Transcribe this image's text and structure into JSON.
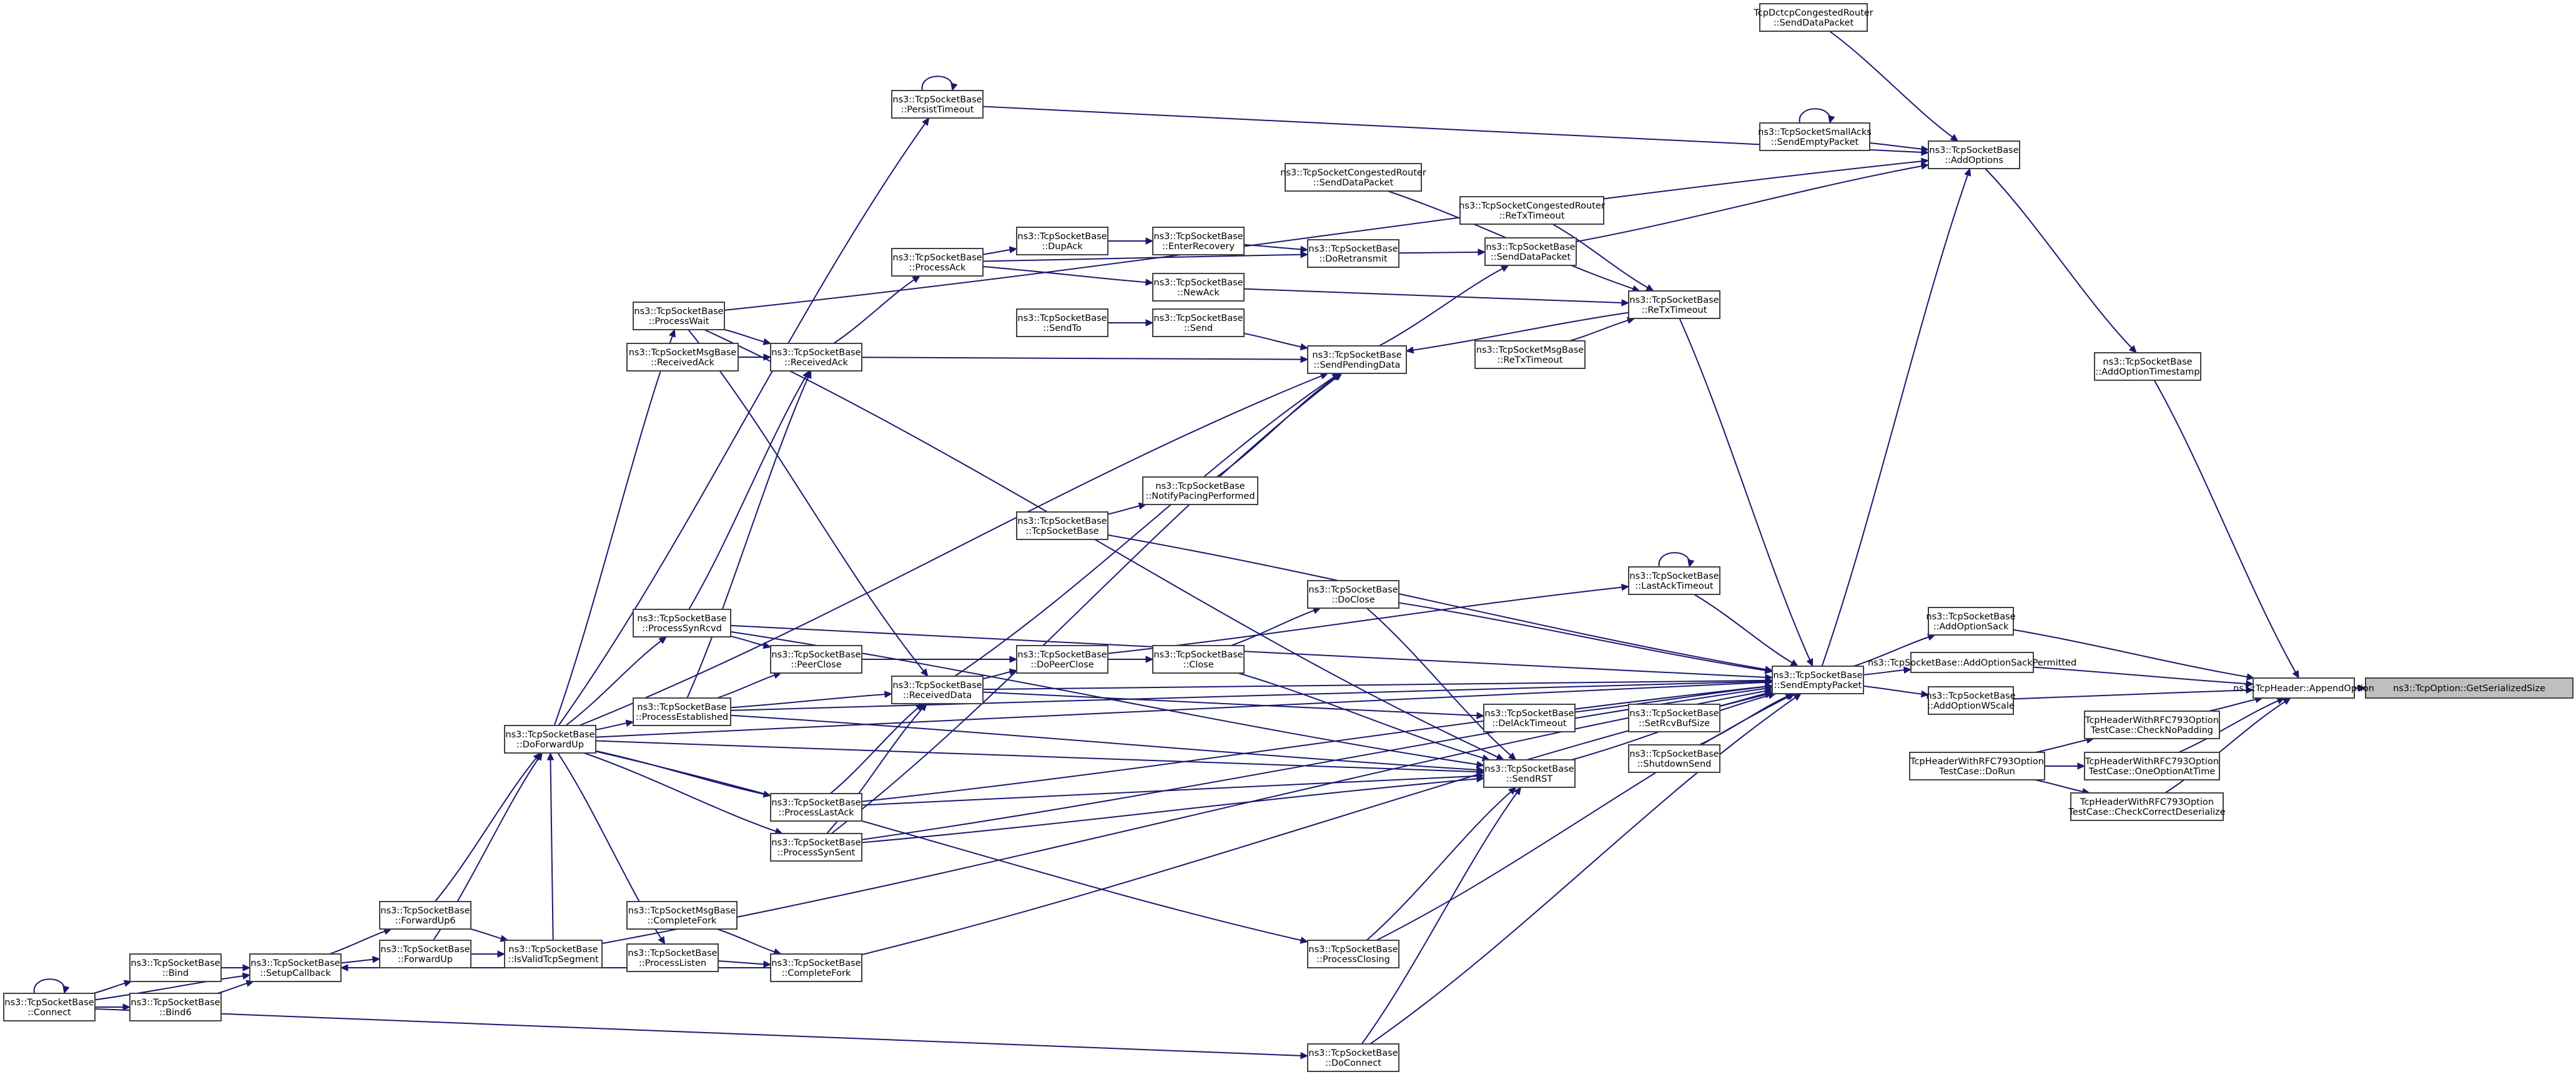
{
  "graph": {
    "edge_color": "#191970",
    "node_border_color": "#404040",
    "focus_fill_color": "#bfbfbf",
    "nodes": [
      {
        "id": "getserializedsize",
        "lines": [
          "ns3::TcpOption::GetSerializedSize"
        ],
        "focus": true
      },
      {
        "id": "appendoption",
        "lines": [
          "ns3::TcpHeader::AppendOption"
        ]
      },
      {
        "id": "addoptionsack",
        "lines": [
          "ns3::TcpSocketBase",
          "::AddOptionSack"
        ]
      },
      {
        "id": "addoptionsackpermitted",
        "lines": [
          "ns3::TcpSocketBase::AddOptionSackPermitted"
        ]
      },
      {
        "id": "addoptionwscale",
        "lines": [
          "ns3::TcpSocketBase",
          "::AddOptionWScale"
        ]
      },
      {
        "id": "addoptiontimestamp",
        "lines": [
          "ns3::TcpSocketBase",
          "::AddOptionTimestamp"
        ]
      },
      {
        "id": "addoptions",
        "lines": [
          "ns3::TcpSocketBase",
          "::AddOptions"
        ]
      },
      {
        "id": "dctcp_senddatapacket",
        "lines": [
          "TcpDctcpCongestedRouter",
          "::SendDataPacket"
        ]
      },
      {
        "id": "smallacks_sendempty",
        "lines": [
          "ns3::TcpSocketSmallAcks",
          "::SendEmptyPacket"
        ]
      },
      {
        "id": "congested_senddatapacket",
        "lines": [
          "ns3::TcpSocketCongestedRouter",
          "::SendDataPacket"
        ]
      },
      {
        "id": "congested_retxtimeout",
        "lines": [
          "ns3::TcpSocketCongestedRouter",
          "::ReTxTimeout"
        ]
      },
      {
        "id": "senddatapacket",
        "lines": [
          "ns3::TcpSocketBase",
          "::SendDataPacket"
        ]
      },
      {
        "id": "retxtimeout",
        "lines": [
          "ns3::TcpSocketBase",
          "::ReTxTimeout"
        ]
      },
      {
        "id": "msg_retxtimeout",
        "lines": [
          "ns3::TcpSocketMsgBase",
          "::ReTxTimeout"
        ]
      },
      {
        "id": "sendpendingdata",
        "lines": [
          "ns3::TcpSocketBase",
          "::SendPendingData"
        ]
      },
      {
        "id": "doretransmit",
        "lines": [
          "ns3::TcpSocketBase",
          "::DoRetransmit"
        ]
      },
      {
        "id": "enterrecovery",
        "lines": [
          "ns3::TcpSocketBase",
          "::EnterRecovery"
        ]
      },
      {
        "id": "newack",
        "lines": [
          "ns3::TcpSocketBase",
          "::NewAck"
        ]
      },
      {
        "id": "send",
        "lines": [
          "ns3::TcpSocketBase",
          "::Send"
        ]
      },
      {
        "id": "dupack",
        "lines": [
          "ns3::TcpSocketBase",
          "::DupAck"
        ]
      },
      {
        "id": "sendto",
        "lines": [
          "ns3::TcpSocketBase",
          "::SendTo"
        ]
      },
      {
        "id": "processack",
        "lines": [
          "ns3::TcpSocketBase",
          "::ProcessAck"
        ]
      },
      {
        "id": "persisttimeout",
        "lines": [
          "ns3::TcpSocketBase",
          "::PersistTimeout"
        ]
      },
      {
        "id": "processwait",
        "lines": [
          "ns3::TcpSocketBase",
          "::ProcessWait"
        ]
      },
      {
        "id": "msg_receivedack",
        "lines": [
          "ns3::TcpSocketMsgBase",
          "::ReceivedAck"
        ]
      },
      {
        "id": "receivedack",
        "lines": [
          "ns3::TcpSocketBase",
          "::ReceivedAck"
        ]
      },
      {
        "id": "notifypacing",
        "lines": [
          "ns3::TcpSocketBase",
          "::NotifyPacingPerformed"
        ]
      },
      {
        "id": "tcpsocketbase",
        "lines": [
          "ns3::TcpSocketBase",
          "::TcpSocketBase"
        ]
      },
      {
        "id": "sendemptypacket",
        "lines": [
          "ns3::TcpSocketBase",
          "::SendEmptyPacket"
        ]
      },
      {
        "id": "lastacktimeout",
        "lines": [
          "ns3::TcpSocketBase",
          "::LastAckTimeout"
        ]
      },
      {
        "id": "doclose",
        "lines": [
          "ns3::TcpSocketBase",
          "::DoClose"
        ]
      },
      {
        "id": "close",
        "lines": [
          "ns3::TcpSocketBase",
          "::Close"
        ]
      },
      {
        "id": "dopeerclose",
        "lines": [
          "ns3::TcpSocketBase",
          "::DoPeerClose"
        ]
      },
      {
        "id": "processsynrcvd",
        "lines": [
          "ns3::TcpSocketBase",
          "::ProcessSynRcvd"
        ]
      },
      {
        "id": "peerclose",
        "lines": [
          "ns3::TcpSocketBase",
          "::PeerClose"
        ]
      },
      {
        "id": "receiveddata",
        "lines": [
          "ns3::TcpSocketBase",
          "::ReceivedData"
        ]
      },
      {
        "id": "processestablished",
        "lines": [
          "ns3::TcpSocketBase",
          "::ProcessEstablished"
        ]
      },
      {
        "id": "delacktimeout",
        "lines": [
          "ns3::TcpSocketBase",
          "::DelAckTimeout"
        ]
      },
      {
        "id": "setrcvbufsize",
        "lines": [
          "ns3::TcpSocketBase",
          "::SetRcvBufSize"
        ]
      },
      {
        "id": "shutdownsend",
        "lines": [
          "ns3::TcpSocketBase",
          "::ShutdownSend"
        ]
      },
      {
        "id": "sendrst",
        "lines": [
          "ns3::TcpSocketBase",
          "::SendRST"
        ]
      },
      {
        "id": "doforwardup",
        "lines": [
          "ns3::TcpSocketBase",
          "::DoForwardUp"
        ]
      },
      {
        "id": "processlastack",
        "lines": [
          "ns3::TcpSocketBase",
          "::ProcessLastAck"
        ]
      },
      {
        "id": "processsynsent",
        "lines": [
          "ns3::TcpSocketBase",
          "::ProcessSynSent"
        ]
      },
      {
        "id": "msg_completefork",
        "lines": [
          "ns3::TcpSocketMsgBase",
          "::CompleteFork"
        ]
      },
      {
        "id": "processlisten",
        "lines": [
          "ns3::TcpSocketBase",
          "::ProcessListen"
        ]
      },
      {
        "id": "completefork",
        "lines": [
          "ns3::TcpSocketBase",
          "::CompleteFork"
        ]
      },
      {
        "id": "processclosing",
        "lines": [
          "ns3::TcpSocketBase",
          "::ProcessClosing"
        ]
      },
      {
        "id": "doconnect",
        "lines": [
          "ns3::TcpSocketBase",
          "::DoConnect"
        ]
      },
      {
        "id": "forwardup6",
        "lines": [
          "ns3::TcpSocketBase",
          "::ForwardUp6"
        ]
      },
      {
        "id": "forwardup",
        "lines": [
          "ns3::TcpSocketBase",
          "::ForwardUp"
        ]
      },
      {
        "id": "isvalidtcpsegment",
        "lines": [
          "ns3::TcpSocketBase",
          "::IsValidTcpSegment"
        ]
      },
      {
        "id": "setupcallback",
        "lines": [
          "ns3::TcpSocketBase",
          "::SetupCallback"
        ]
      },
      {
        "id": "bind",
        "lines": [
          "ns3::TcpSocketBase",
          "::Bind"
        ]
      },
      {
        "id": "bind6",
        "lines": [
          "ns3::TcpSocketBase",
          "::Bind6"
        ]
      },
      {
        "id": "connect",
        "lines": [
          "ns3::TcpSocketBase",
          "::Connect"
        ]
      },
      {
        "id": "checknopadding",
        "lines": [
          "TcpHeaderWithRFC793Option",
          "TestCase::CheckNoPadding"
        ]
      },
      {
        "id": "oneoptionattime",
        "lines": [
          "TcpHeaderWithRFC793Option",
          "TestCase::OneOptionAtTime"
        ]
      },
      {
        "id": "checkcorrectdeserialize",
        "lines": [
          "TcpHeaderWithRFC793Option",
          "TestCase::CheckCorrectDeserialize"
        ]
      },
      {
        "id": "dorun",
        "lines": [
          "TcpHeaderWithRFC793Option",
          "TestCase::DoRun"
        ]
      }
    ],
    "edges": [
      [
        "appendoption",
        "getserializedsize"
      ],
      [
        "addoptionsack",
        "appendoption"
      ],
      [
        "addoptionsackpermitted",
        "appendoption"
      ],
      [
        "addoptionwscale",
        "appendoption"
      ],
      [
        "addoptiontimestamp",
        "appendoption"
      ],
      [
        "checknopadding",
        "appendoption"
      ],
      [
        "oneoptionattime",
        "appendoption"
      ],
      [
        "checkcorrectdeserialize",
        "appendoption"
      ],
      [
        "dorun",
        "checknopadding"
      ],
      [
        "dorun",
        "oneoptionattime"
      ],
      [
        "dorun",
        "checkcorrectdeserialize"
      ],
      [
        "addoptions",
        "addoptiontimestamp"
      ],
      [
        "sendemptypacket",
        "addoptionsack"
      ],
      [
        "sendemptypacket",
        "addoptionsackpermitted"
      ],
      [
        "sendemptypacket",
        "addoptionwscale"
      ],
      [
        "sendemptypacket",
        "addoptions"
      ],
      [
        "dctcp_senddatapacket",
        "addoptions"
      ],
      [
        "smallacks_sendempty",
        "addoptions"
      ],
      [
        "smallacks_sendempty",
        "smallacks_sendempty"
      ],
      [
        "senddatapacket",
        "addoptions"
      ],
      [
        "persisttimeout",
        "addoptions"
      ],
      [
        "processwait",
        "addoptions"
      ],
      [
        "persisttimeout",
        "persisttimeout"
      ],
      [
        "doforwardup",
        "persisttimeout"
      ],
      [
        "congested_senddatapacket",
        "retxtimeout"
      ],
      [
        "congested_retxtimeout",
        "retxtimeout"
      ],
      [
        "retxtimeout",
        "sendemptypacket"
      ],
      [
        "retxtimeout",
        "sendpendingdata"
      ],
      [
        "msg_retxtimeout",
        "retxtimeout"
      ],
      [
        "sendpendingdata",
        "senddatapacket"
      ],
      [
        "doretransmit",
        "senddatapacket"
      ],
      [
        "newack",
        "retxtimeout"
      ],
      [
        "enterrecovery",
        "doretransmit"
      ],
      [
        "dupack",
        "enterrecovery"
      ],
      [
        "processack",
        "dupack"
      ],
      [
        "processack",
        "newack"
      ],
      [
        "processack",
        "doretransmit"
      ],
      [
        "send",
        "sendpendingdata"
      ],
      [
        "sendto",
        "send"
      ],
      [
        "notifypacing",
        "sendpendingdata"
      ],
      [
        "tcpsocketbase",
        "notifypacing"
      ],
      [
        "tcpsocketbase",
        "sendemptypacket"
      ],
      [
        "receivedack",
        "processack"
      ],
      [
        "receivedack",
        "sendpendingdata"
      ],
      [
        "msg_receivedack",
        "receivedack"
      ],
      [
        "processwait",
        "receivedack"
      ],
      [
        "processwait",
        "sendrst"
      ],
      [
        "processwait",
        "receiveddata"
      ],
      [
        "processsynrcvd",
        "receivedack"
      ],
      [
        "processsynrcvd",
        "sendemptypacket"
      ],
      [
        "processsynrcvd",
        "peerclose"
      ],
      [
        "processsynrcvd",
        "sendrst"
      ],
      [
        "processestablished",
        "receivedack"
      ],
      [
        "processestablished",
        "receiveddata"
      ],
      [
        "processestablished",
        "peerclose"
      ],
      [
        "processestablished",
        "sendemptypacket"
      ],
      [
        "processestablished",
        "sendrst"
      ],
      [
        "receiveddata",
        "sendpendingdata"
      ],
      [
        "receiveddata",
        "sendemptypacket"
      ],
      [
        "receiveddata",
        "dopeerclose"
      ],
      [
        "receiveddata",
        "delacktimeout"
      ],
      [
        "peerclose",
        "dopeerclose"
      ],
      [
        "dopeerclose",
        "close"
      ],
      [
        "dopeerclose",
        "lastacktimeout"
      ],
      [
        "close",
        "doclose"
      ],
      [
        "close",
        "sendrst"
      ],
      [
        "doclose",
        "sendemptypacket"
      ],
      [
        "doclose",
        "sendrst"
      ],
      [
        "lastacktimeout",
        "lastacktimeout"
      ],
      [
        "lastacktimeout",
        "sendemptypacket"
      ],
      [
        "delacktimeout",
        "sendemptypacket"
      ],
      [
        "setrcvbufsize",
        "sendemptypacket"
      ],
      [
        "shutdownsend",
        "sendemptypacket"
      ],
      [
        "sendrst",
        "sendemptypacket"
      ],
      [
        "processlastack",
        "receiveddata"
      ],
      [
        "processlastack",
        "sendrst"
      ],
      [
        "processlastack",
        "sendemptypacket"
      ],
      [
        "processsynsent",
        "receiveddata"
      ],
      [
        "processsynsent",
        "sendpendingdata"
      ],
      [
        "processsynsent",
        "sendemptypacket"
      ],
      [
        "processsynsent",
        "sendrst"
      ],
      [
        "doforwardup",
        "processwait"
      ],
      [
        "doforwardup",
        "processsynrcvd"
      ],
      [
        "doforwardup",
        "processestablished"
      ],
      [
        "doforwardup",
        "processlastack"
      ],
      [
        "doforwardup",
        "processsynsent"
      ],
      [
        "doforwardup",
        "processlisten"
      ],
      [
        "doforwardup",
        "processclosing"
      ],
      [
        "doforwardup",
        "sendemptypacket"
      ],
      [
        "doforwardup",
        "sendpendingdata"
      ],
      [
        "doforwardup",
        "sendrst"
      ],
      [
        "processlisten",
        "completefork"
      ],
      [
        "msg_completefork",
        "completefork"
      ],
      [
        "completefork",
        "setupcallback"
      ],
      [
        "completefork",
        "sendemptypacket"
      ],
      [
        "processclosing",
        "sendemptypacket"
      ],
      [
        "processclosing",
        "sendrst"
      ],
      [
        "doconnect",
        "sendemptypacket"
      ],
      [
        "doconnect",
        "sendrst"
      ],
      [
        "connect",
        "doconnect"
      ],
      [
        "forwardup6",
        "doforwardup"
      ],
      [
        "forwardup",
        "doforwardup"
      ],
      [
        "isvalidtcpsegment",
        "doforwardup"
      ],
      [
        "isvalidtcpsegment",
        "sendemptypacket"
      ],
      [
        "setupcallback",
        "forwardup6"
      ],
      [
        "setupcallback",
        "forwardup"
      ],
      [
        "bind",
        "setupcallback"
      ],
      [
        "bind6",
        "setupcallback"
      ],
      [
        "connect",
        "setupcallback"
      ],
      [
        "connect",
        "bind"
      ],
      [
        "connect",
        "bind6"
      ],
      [
        "connect",
        "connect"
      ],
      [
        "forwardup",
        "isvalidtcpsegment"
      ],
      [
        "forwardup6",
        "isvalidtcpsegment"
      ]
    ]
  }
}
